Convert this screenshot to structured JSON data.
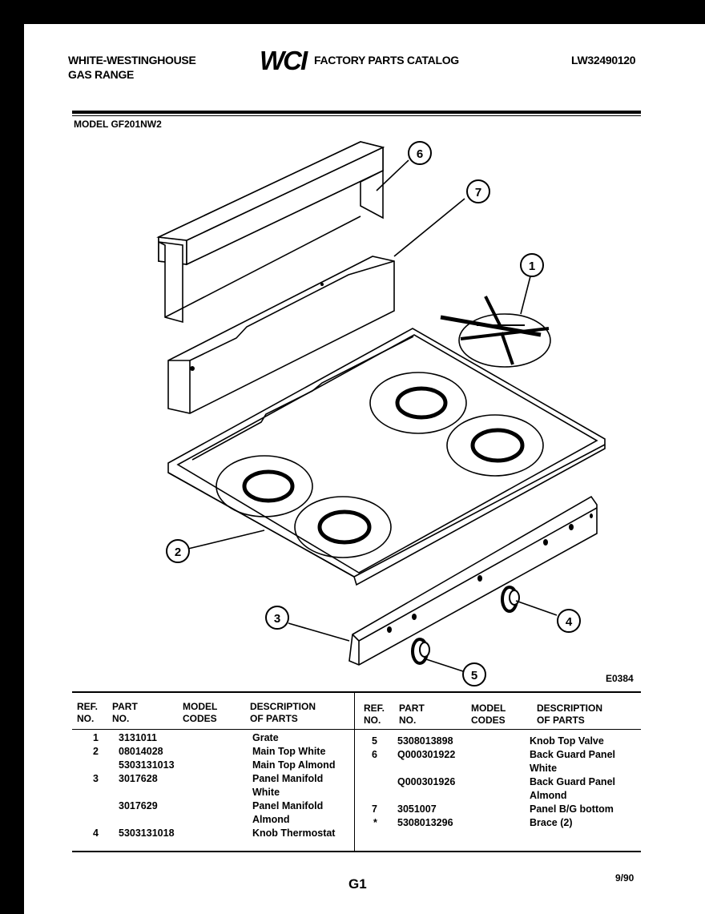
{
  "header": {
    "brand_line1": "WHITE-WESTINGHOUSE",
    "brand_line2": "GAS RANGE",
    "logo_text": "WCI",
    "catalog_title": "FACTORY PARTS CATALOG",
    "catalog_number": "LW32490120",
    "model_label": "MODEL GF201NW2"
  },
  "diagram": {
    "callouts": [
      "1",
      "2",
      "3",
      "4",
      "5",
      "6",
      "7"
    ],
    "figure_code": "E0384"
  },
  "table": {
    "headers": {
      "ref": [
        "REF.",
        "NO."
      ],
      "part": [
        "PART",
        "NO."
      ],
      "model": [
        "MODEL",
        "CODES"
      ],
      "desc": [
        "DESCRIPTION",
        "OF PARTS"
      ]
    },
    "left_rows": [
      {
        "ref": "1",
        "part": "3131011",
        "code": "",
        "desc": "Grate"
      },
      {
        "ref": "2",
        "part": "08014028",
        "code": "",
        "desc": "Main Top White"
      },
      {
        "ref": "",
        "part": "5303131013",
        "code": "",
        "desc": "Main Top Almond"
      },
      {
        "ref": "3",
        "part": "3017628",
        "code": "",
        "desc": "Panel Manifold"
      },
      {
        "ref": "",
        "part": "",
        "code": "",
        "desc": "White"
      },
      {
        "ref": "",
        "part": "3017629",
        "code": "",
        "desc": "Panel Manifold"
      },
      {
        "ref": "",
        "part": "",
        "code": "",
        "desc": "Almond"
      },
      {
        "ref": "4",
        "part": "5303131018",
        "code": "",
        "desc": "Knob Thermostat"
      }
    ],
    "right_rows": [
      {
        "ref": "5",
        "part": "5308013898",
        "code": "",
        "desc": "Knob Top Valve"
      },
      {
        "ref": "6",
        "part": "Q000301922",
        "code": "",
        "desc": "Back Guard Panel"
      },
      {
        "ref": "",
        "part": "",
        "code": "",
        "desc": "White"
      },
      {
        "ref": "",
        "part": "Q000301926",
        "code": "",
        "desc": "Back Guard Panel"
      },
      {
        "ref": "",
        "part": "",
        "code": "",
        "desc": "Almond"
      },
      {
        "ref": "7",
        "part": "3051007",
        "code": "",
        "desc": "Panel B/G bottom"
      },
      {
        "ref": "*",
        "part": "5308013296",
        "code": "",
        "desc": "Brace (2)"
      }
    ]
  },
  "footer": {
    "page_code": "G1",
    "date": "9/90"
  }
}
